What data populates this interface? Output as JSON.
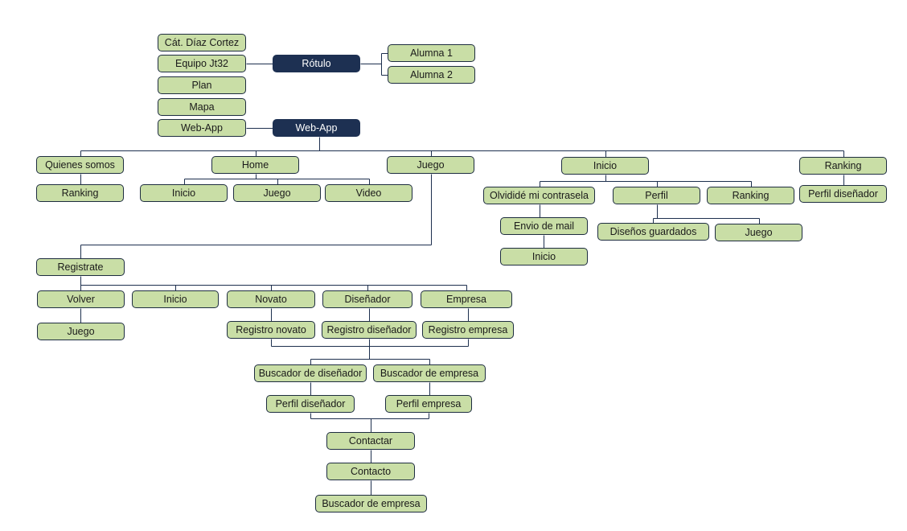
{
  "colors": {
    "node_fill": "#c9dea6",
    "node_border": "#1e2d40",
    "dark_fill": "#1d3052",
    "line": "#1d2f4e"
  },
  "header": {
    "left_items": [
      "Cát. Díaz Cortez",
      "Equipo Jt32",
      "Plan",
      "Mapa",
      "Web-App"
    ],
    "rotulo": "Rótulo",
    "alumnas": [
      "Alumna 1",
      "Alumna 2"
    ],
    "webapp": "Web-App"
  },
  "sections": {
    "quienes": {
      "label": "Quienes somos",
      "children": [
        "Ranking"
      ]
    },
    "home": {
      "label": "Home",
      "children": [
        "Inicio",
        "Juego",
        "Video"
      ]
    },
    "juego": {
      "label": "Juego"
    },
    "inicio": {
      "label": "Inicio",
      "children": [
        "Olvididé mi contrasela",
        "Perfil",
        "Ranking"
      ],
      "olvide_chain": [
        "Envio de mail",
        "Inicio"
      ],
      "perfil_children": [
        "Diseños guardados",
        "Juego"
      ]
    },
    "ranking": {
      "label": "Ranking",
      "children": [
        "Perfil diseñador"
      ]
    }
  },
  "registro": {
    "label": "Registrate",
    "options": [
      "Volver",
      "Inicio",
      "Novato",
      "Diseñador",
      "Empresa"
    ],
    "volver_child": "Juego",
    "forms": [
      "Registro novato",
      "Registro diseñador",
      "Registro empresa"
    ],
    "buscadores": [
      "Buscador de diseñador",
      "Buscador de empresa"
    ],
    "perfiles": [
      "Perfil diseñador",
      "Perfil empresa"
    ],
    "final_chain": [
      "Contactar",
      "Contacto",
      "Buscador de empresa"
    ]
  }
}
